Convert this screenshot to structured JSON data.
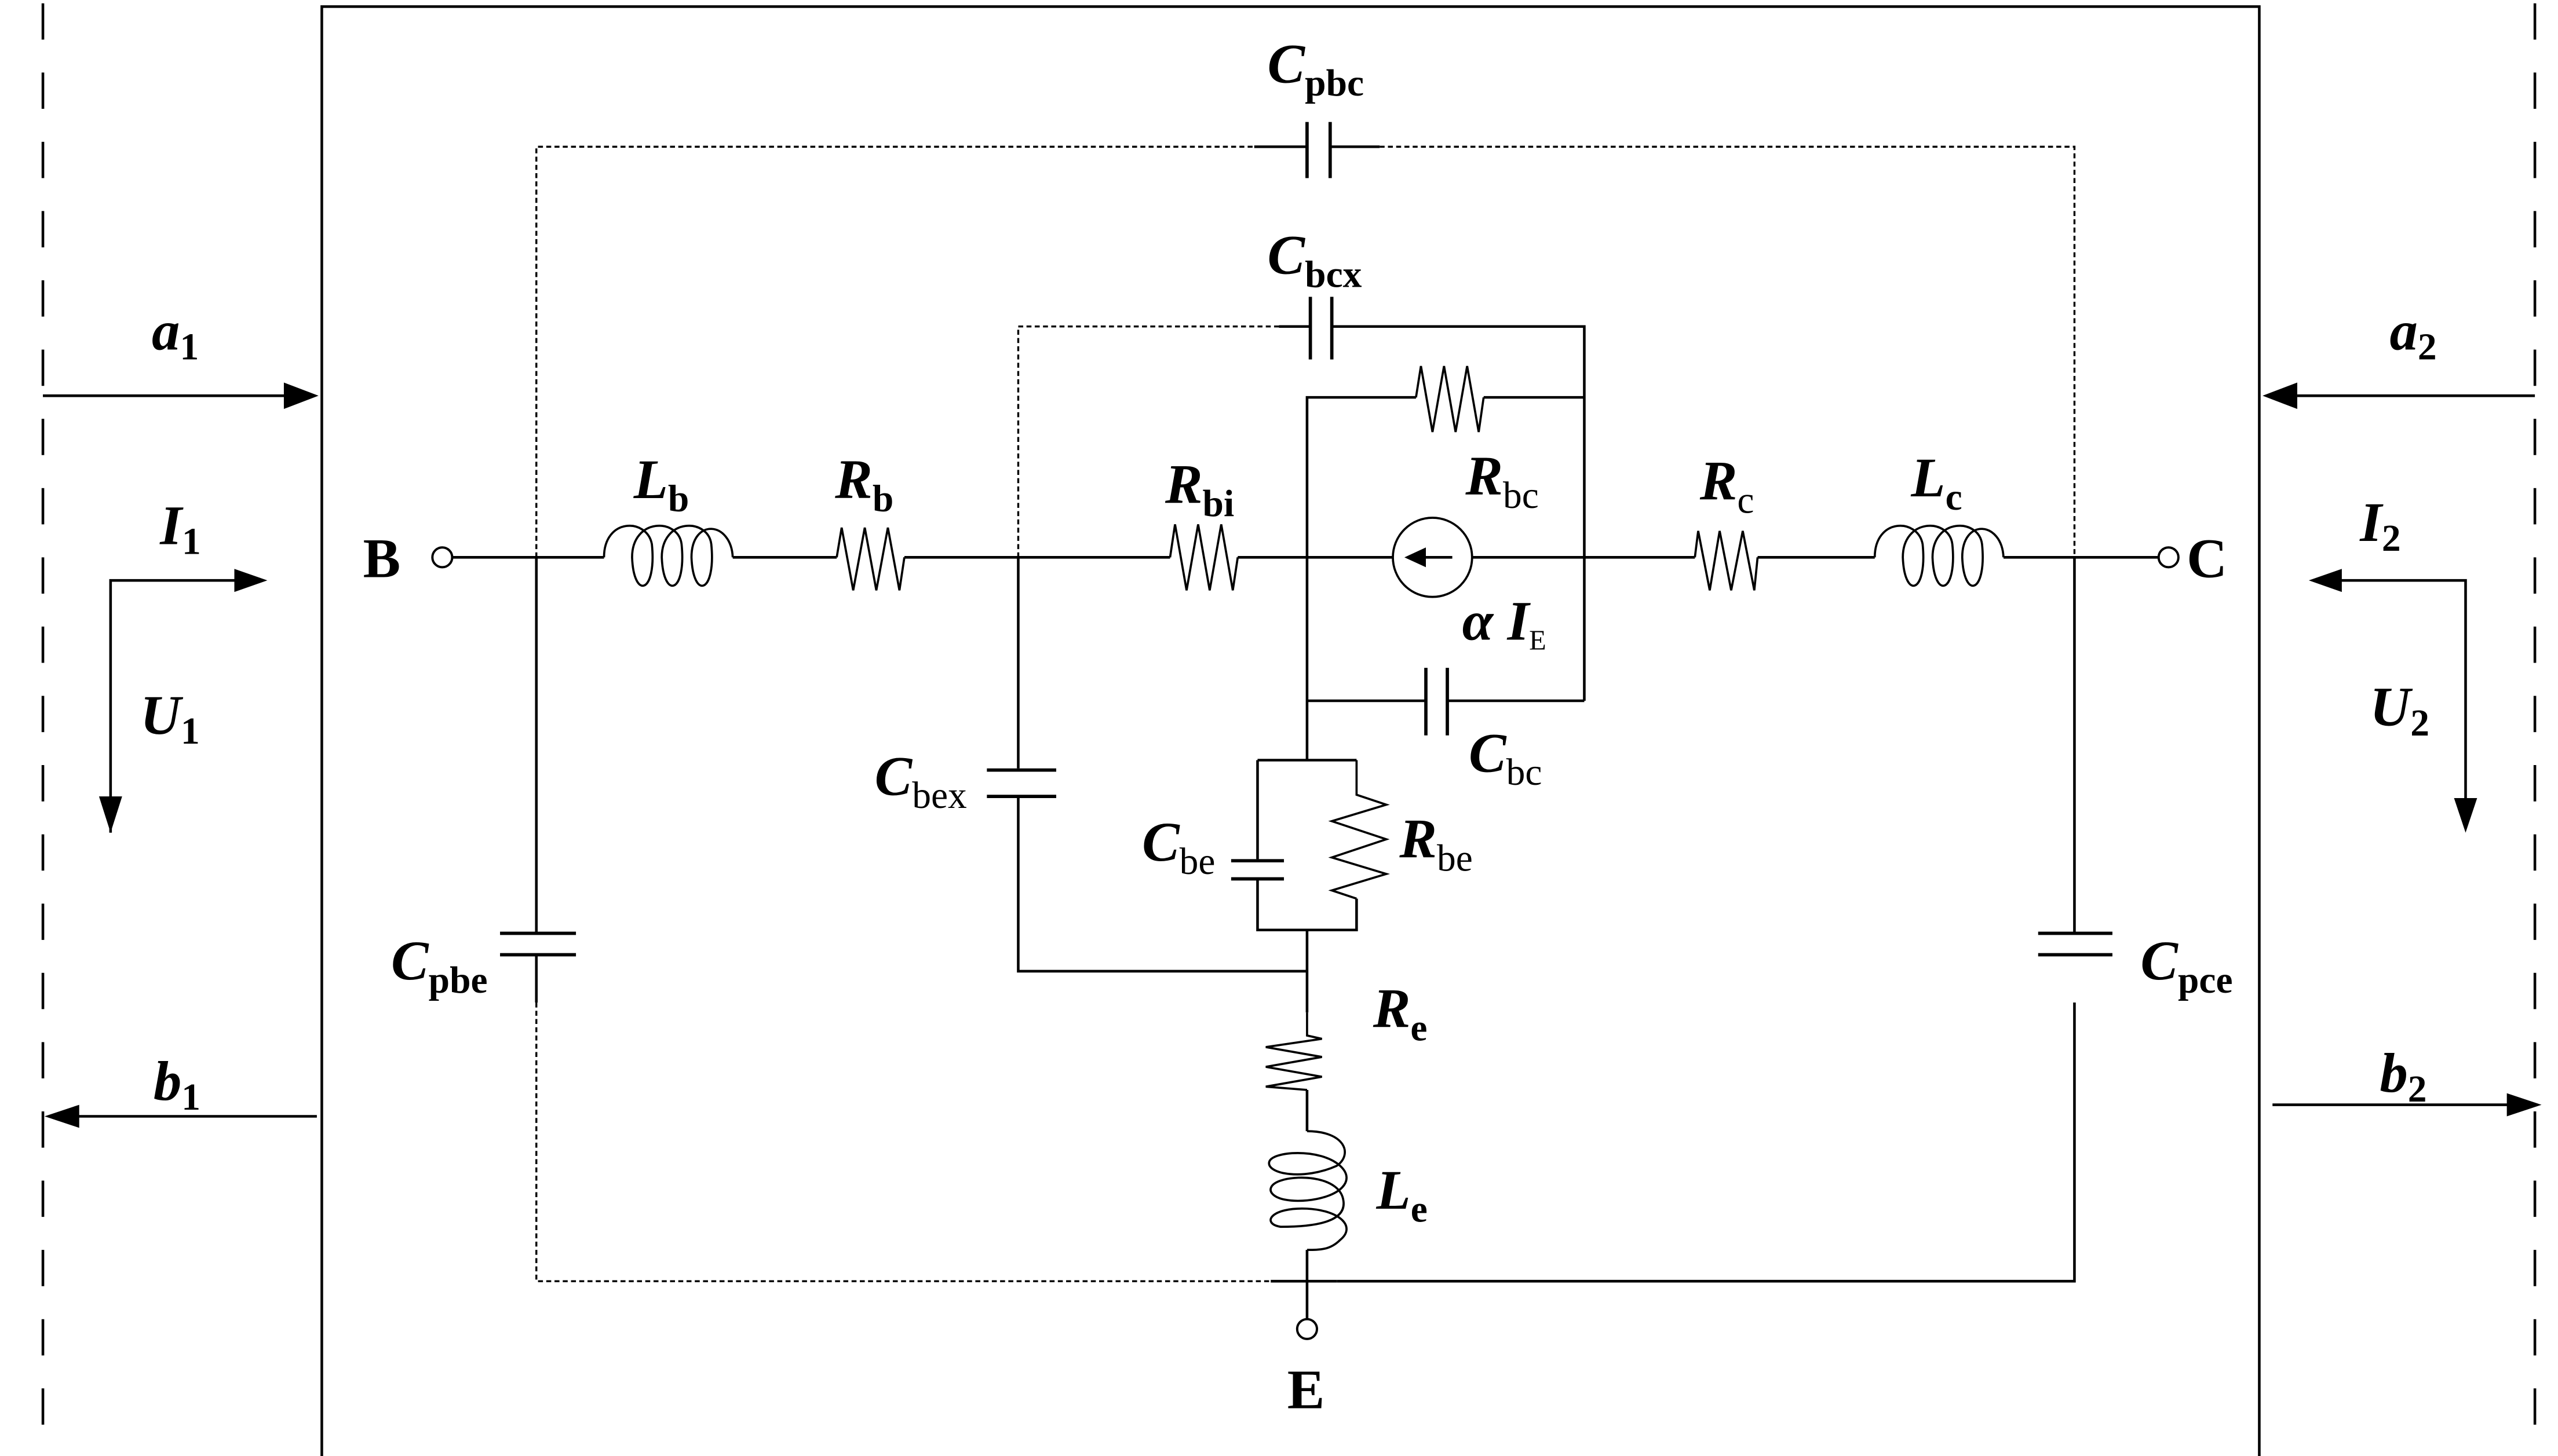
{
  "diagram": {
    "title": "HBT small-signal equivalent circuit with S-parameter port waves",
    "terminals": {
      "base": "B",
      "collector": "C",
      "emitter": "E"
    },
    "port1": {
      "incident_wave": {
        "main": "a",
        "sub": "1"
      },
      "reflected_wave": {
        "main": "b",
        "sub": "1"
      },
      "current": {
        "main": "I",
        "sub": "1"
      },
      "voltage": {
        "main": "U",
        "sub": "1"
      }
    },
    "port2": {
      "incident_wave": {
        "main": "a",
        "sub": "2"
      },
      "reflected_wave": {
        "main": "b",
        "sub": "2"
      },
      "current": {
        "main": "I",
        "sub": "2"
      },
      "voltage": {
        "main": "U",
        "sub": "2"
      }
    },
    "components": {
      "Cpbc": {
        "main": "C",
        "sub": "pbc",
        "type": "capacitor"
      },
      "Cbcx": {
        "main": "C",
        "sub": "bcx",
        "type": "capacitor"
      },
      "Lb": {
        "main": "L",
        "sub": "b",
        "type": "inductor"
      },
      "Rb": {
        "main": "R",
        "sub": "b",
        "type": "resistor"
      },
      "Rbi": {
        "main": "R",
        "sub": "bi",
        "type": "resistor"
      },
      "Rbc": {
        "main": "R",
        "sub": "bc",
        "type": "resistor"
      },
      "Rc": {
        "main": "R",
        "sub": "c",
        "type": "resistor"
      },
      "Lc": {
        "main": "L",
        "sub": "c",
        "type": "inductor"
      },
      "source": {
        "main": "α I",
        "sub": "E",
        "type": "current-source"
      },
      "Cbc": {
        "main": "C",
        "sub": "bc",
        "type": "capacitor"
      },
      "Cbex": {
        "main": "C",
        "sub": "bex",
        "type": "capacitor"
      },
      "Cbe": {
        "main": "C",
        "sub": "be",
        "type": "capacitor"
      },
      "Rbe": {
        "main": "R",
        "sub": "be",
        "type": "resistor"
      },
      "Cpbe": {
        "main": "C",
        "sub": "pbe",
        "type": "capacitor"
      },
      "Cpce": {
        "main": "C",
        "sub": "pce",
        "type": "capacitor"
      },
      "Re": {
        "main": "R",
        "sub": "e",
        "type": "resistor"
      },
      "Le": {
        "main": "L",
        "sub": "e",
        "type": "inductor"
      }
    }
  }
}
